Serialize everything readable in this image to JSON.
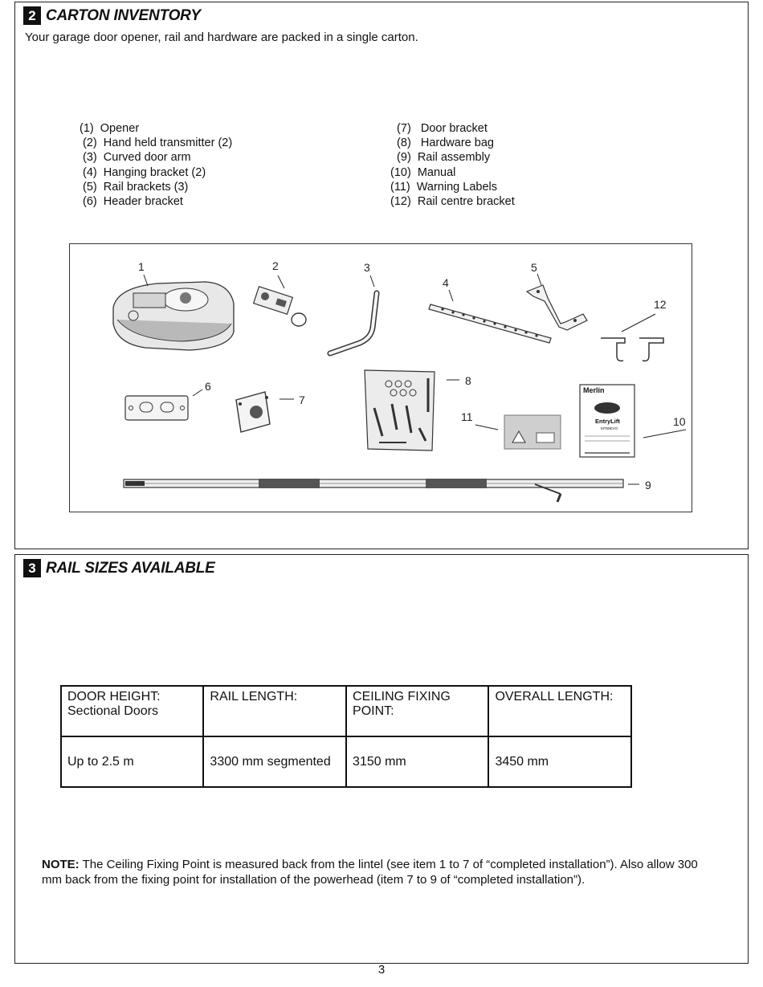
{
  "section2": {
    "number": "2",
    "title": "CARTON INVENTORY",
    "intro": "Your garage door opener, rail and hardware are packed in a single carton.",
    "items_left": [
      "(1)  Opener",
      " (2)  Hand held transmitter (2)",
      " (3)  Curved door arm",
      " (4)  Hanging bracket (2)",
      " (5)  Rail brackets (3)",
      " (6)  Header bracket"
    ],
    "items_right": [
      "  (7)   Door bracket",
      "  (8)   Hardware bag",
      "  (9)  Rail assembly",
      "(10)  Manual",
      "(11)  Warning Labels",
      "(12)  Rail centre bracket"
    ],
    "diagram": {
      "callouts": [
        "1",
        "2",
        "3",
        "4",
        "5",
        "12",
        "6",
        "7",
        "8",
        "11",
        "10",
        "9"
      ],
      "manual_brand": "Merlin",
      "manual_product": "EntryLift",
      "manual_model": "MT50EVO"
    }
  },
  "section3": {
    "number": "3",
    "title": "RAIL SIZES AVAILABLE",
    "table": {
      "headers": [
        "DOOR HEIGHT:\nSectional Doors",
        "RAIL LENGTH:",
        "CEILING FIXING\nPOINT:",
        "OVERALL LENGTH:"
      ],
      "row": [
        "Up to 2.5 m",
        "3300 mm segmented",
        "3150 mm",
        "3450 mm"
      ]
    },
    "note_label": "NOTE:",
    "note_text": " The Ceiling Fixing Point is measured back from the lintel (see item 1 to 7 of “completed installation”). Also allow 300 mm back from the fixing point for installation of the powerhead (item 7 to 9 of “completed installation”)."
  },
  "page_number": "3"
}
